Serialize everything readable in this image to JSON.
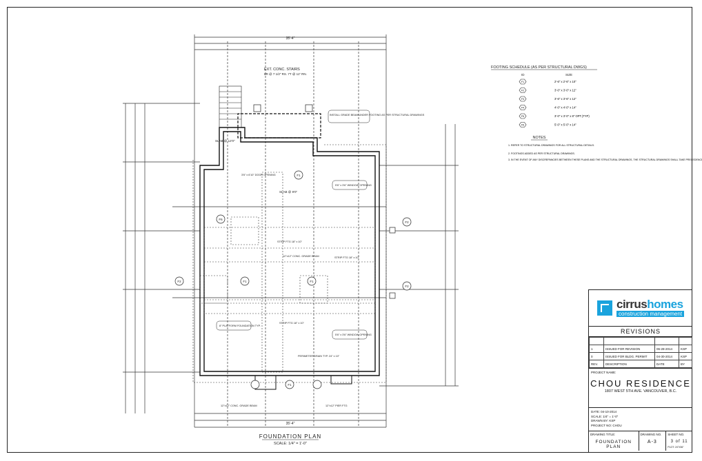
{
  "plan": {
    "title": "FOUNDATION PLAN",
    "scale": "SCALE: 1/4\" = 1'-0\"",
    "overall_dim": "35'-4\"",
    "labels": {
      "ext_conc_stairs": "EXT. CONC. STAIRS",
      "stair_note": "8R @ 7 1/2\" RS. 7T @ 11\" RN.",
      "slab_at_12": "SLAB @ 12'0\"",
      "slab_at_90": "SLAB @ 9'0\"",
      "door_opening": "3'6\" x 6'10\" DOOR OPENING",
      "window_opening": "5'6\" x 3'6\" WINDOW OPENING",
      "strip_ftg": "STRIP FTG 18\" x 10\"",
      "grade_beam": "12\"x12\" CONC. GRADE BEAM",
      "install_grade_beam": "INSTALL GRADE BEAM UNDER FOOTING AS PER STRUCTURAL DRAWINGS",
      "platform": "8\" PLATFORM FOUNDATION TYP.",
      "perimeter_drain": "PERIMETER DRAIN TYP. 24\" x 10\"",
      "pier_ftg": "12\"x12\" PIER FTG"
    },
    "footing_tags": [
      "F1",
      "F2",
      "F3",
      "F4",
      "F5",
      "F6"
    ]
  },
  "footing_schedule": {
    "title": "FOOTING SCHEDULE (AS PER STRUCTURAL DWGS)",
    "col_id": "ID",
    "col_size": "SIZE",
    "rows": [
      {
        "id": "F1",
        "size": "2'-6\" x 2'-6\" x 10\""
      },
      {
        "id": "F2",
        "size": "3'-0\" x 3'-0\" x 12\""
      },
      {
        "id": "F3",
        "size": "3'-6\" x 3'-6\" x 12\""
      },
      {
        "id": "F4",
        "size": "4'-0\" x 4'-0\" x 14\""
      },
      {
        "id": "F5",
        "size": "3'-0\" x 3'-0\" x 8\" OPT.(TYP)"
      },
      {
        "id": "F6",
        "size": "5'-0\" x 5'-0\" x 14\""
      }
    ]
  },
  "notes": {
    "title": "NOTES",
    "items": [
      "1. REFER TO STRUCTURAL DRAWINGS FOR ALL STRUCTURAL DETAILS.",
      "2. FOOTINGS ADDED AS PER STRUCTURAL DRAWINGS.",
      "3. IN THE EVENT OF ANY DISCREPANCIES BETWEEN THESE PLANS AND THE STRUCTURAL DRAWINGS, THE STRUCTURAL DRAWINGS SHALL TAKE PRECEDENCE."
    ]
  },
  "title_block": {
    "company_a": "cirrus",
    "company_b": "homes",
    "company_sub": "construction management",
    "revisions_title": "REVISIONS",
    "revisions": [
      {
        "rev": "1",
        "desc": "ISSUED FOR REVISION",
        "date": "06-28-2014",
        "by": "KSP"
      },
      {
        "rev": "0",
        "desc": "ISSUED FOR BLDG. PERMIT",
        "date": "04-30-2014",
        "by": "KSP"
      }
    ],
    "rev_headers": {
      "rev": "REV.",
      "desc": "DESCRIPTION",
      "date": "DATE",
      "by": "BY"
    },
    "project_label": "PROJECT NAME:",
    "project_name": "CHOU RESIDENCE",
    "project_address": "1807 WEST 5TH AVE. VANCOUVER, B.C.",
    "date": "DATE: 04-10-2014",
    "scale": "SCALE: 1/4\" = 1'-0\"",
    "drawn_by": "DRAWN BY: KSP",
    "project_no": "PROJECT NO: CHOU",
    "drawing_title_label": "DRAWING TITLE:",
    "drawing_title": "FOUNDATION PLAN",
    "drawing_no_label": "DRAWING NO.",
    "drawing_no": "A-3",
    "sheet_no_label": "SHEET NO.",
    "sheet_no": "3 of 11",
    "plot_note": "PLOT: 24\"X36\""
  }
}
